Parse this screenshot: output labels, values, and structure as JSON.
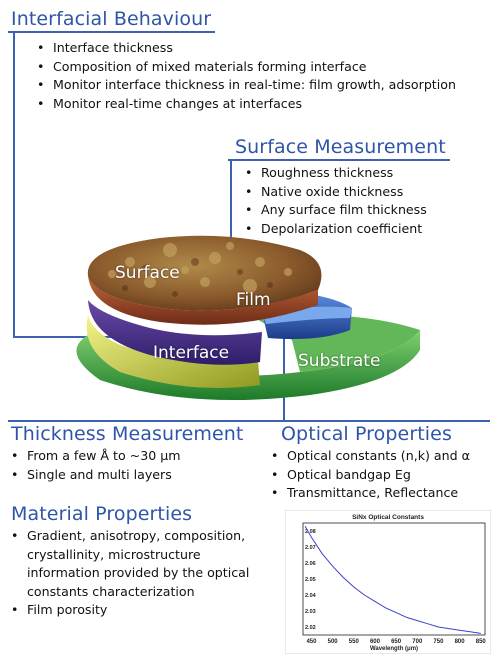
{
  "interfacial": {
    "title": "Interfacial Behaviour",
    "items": [
      "Interface thickness",
      "Composition of mixed materials forming interface",
      "Monitor interface thickness in real-time: film growth, adsorption",
      "Monitor real-time changes at interfaces"
    ]
  },
  "surface": {
    "title": "Surface Measurement",
    "items": [
      "Roughness thickness",
      "Native oxide thickness",
      "Any surface film thickness",
      "Depolarization coefficient"
    ]
  },
  "layers": {
    "surface": "Surface",
    "film": "Film",
    "interface": "Interface",
    "substrate": "Substrate"
  },
  "thickness": {
    "title": "Thickness Measurement",
    "items": [
      "From a few Å to ~30 μm",
      "Single and multi layers"
    ]
  },
  "optical": {
    "title": "Optical Properties",
    "items": [
      "Optical constants (n,k) and α",
      "Optical bandgap Eg",
      "Transmittance, Reflectance"
    ]
  },
  "material": {
    "title": "Material Properties",
    "items": [
      "Gradient, anisotropy, composition, crystallinity, microstructure information provided by the optical constants characterization",
      "Film porosity"
    ]
  },
  "colors": {
    "accent": "#2f55a8",
    "surface_layer": "#a05a38",
    "film_layer": "#2f5fb8",
    "interface_layer": "#d8d860",
    "substrate_layer": "#3aa048"
  },
  "chart_data": {
    "type": "line",
    "title": "SiNx Optical Constants",
    "xlabel": "Wavelength (μm)",
    "ylabel": "",
    "xlim": [
      430,
      860
    ],
    "ylim": [
      2.015,
      2.085
    ],
    "xticks": [
      450,
      500,
      550,
      600,
      650,
      700,
      750,
      800,
      850
    ],
    "yticks": [
      2.02,
      2.03,
      2.04,
      2.05,
      2.06,
      2.07,
      2.08
    ],
    "series": [
      {
        "x": [
          435,
          450,
          475,
          500,
          525,
          550,
          575,
          600,
          625,
          650,
          675,
          700,
          725,
          750,
          775,
          800,
          825,
          850
        ],
        "y": [
          2.083,
          2.076,
          2.066,
          2.058,
          2.051,
          2.045,
          2.04,
          2.036,
          2.032,
          2.029,
          2.026,
          2.024,
          2.022,
          2.02,
          2.019,
          2.018,
          2.017,
          2.016
        ],
        "color": "#3a43c8"
      }
    ]
  }
}
